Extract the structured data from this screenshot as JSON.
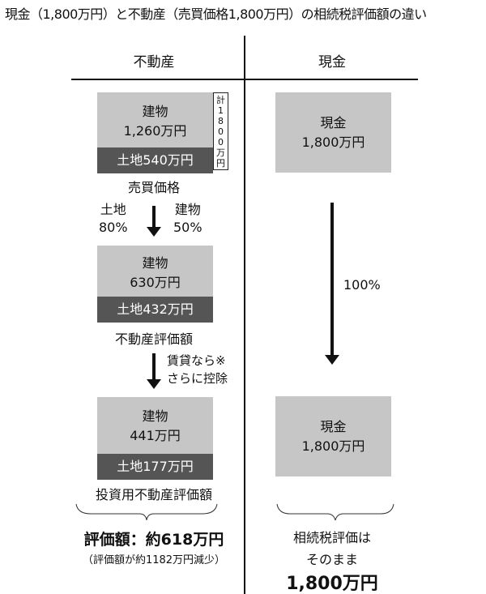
{
  "title": "現金（1,800万円）と不動産（売買価格1,800万円）の相続税評価額の違い",
  "headers": {
    "left": "不動産",
    "right": "現金"
  },
  "left": {
    "box1": {
      "top1": "建物",
      "top2": "1,260万円",
      "bottom": "土地540万円",
      "side": [
        "計",
        "1",
        "8",
        "0",
        "0",
        "万",
        "円"
      ]
    },
    "label1": "売買価格",
    "ratio_land": {
      "label": "土地",
      "value": "80%"
    },
    "ratio_building": {
      "label": "建物",
      "value": "50%"
    },
    "box2": {
      "top1": "建物",
      "top2": "630万円",
      "bottom": "土地432万円"
    },
    "label2": "不動産評価額",
    "note1": "賃貸なら※",
    "note2": "さらに控除",
    "box3": {
      "top1": "建物",
      "top2": "441万円",
      "bottom": "土地177万円"
    },
    "label3": "投資用不動産評価額",
    "result": "評価額：約618万円",
    "result_note": "（評価額が約1182万円減少）"
  },
  "right": {
    "box1": {
      "l1": "現金",
      "l2": "1,800万円"
    },
    "arrow_label": "100%",
    "box2": {
      "l1": "現金",
      "l2": "1,800万円"
    },
    "result1": "相続税評価は",
    "result2": "そのまま",
    "result3": "1,800万円"
  }
}
